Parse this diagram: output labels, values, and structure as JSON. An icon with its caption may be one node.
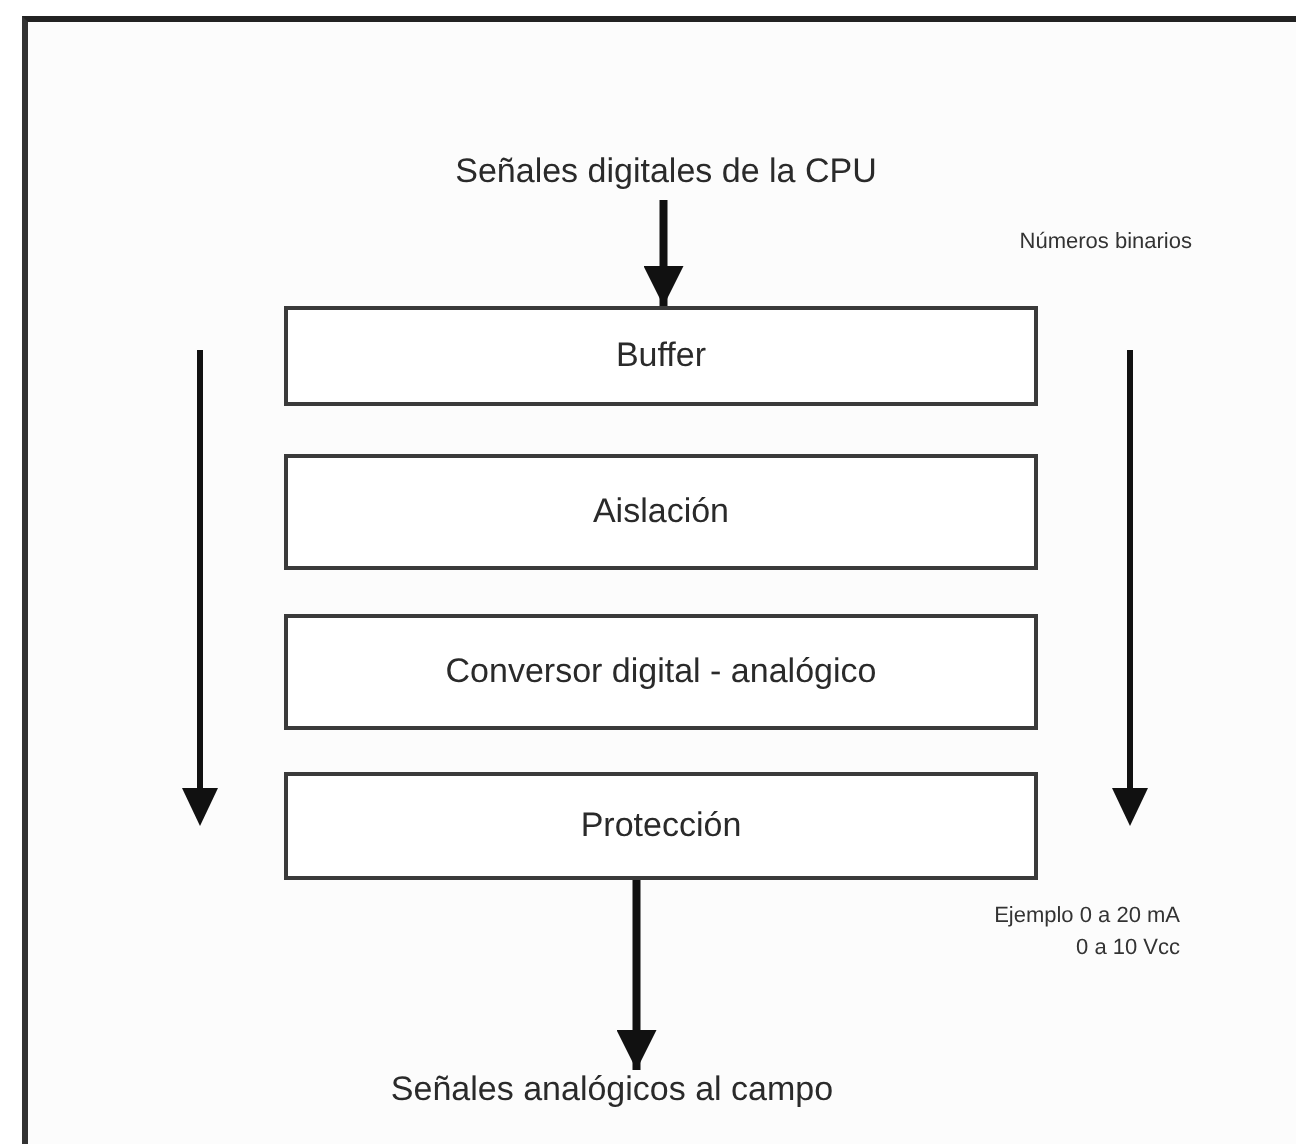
{
  "diagram": {
    "nodes": [
      {
        "text": [
          "Señales digitales de la CPU"
        ]
      },
      {
        "text": [
          "Buffer"
        ]
      },
      {
        "text": [
          "Aislación"
        ]
      },
      {
        "text": [
          "Conversor digital - analógico"
        ]
      },
      {
        "text": [
          "Protección"
        ]
      },
      {
        "text": [
          "Señales analógicos al campo"
        ]
      }
    ],
    "edges": [
      {
        "from": 0,
        "to": 1,
        "arrow": "to"
      },
      {
        "from": 4,
        "to": 5,
        "arrow": "to"
      }
    ],
    "labels": [
      "Números binarios",
      "Ejemplo 0 a 20 mA",
      "0 a 10 Vcc"
    ]
  }
}
